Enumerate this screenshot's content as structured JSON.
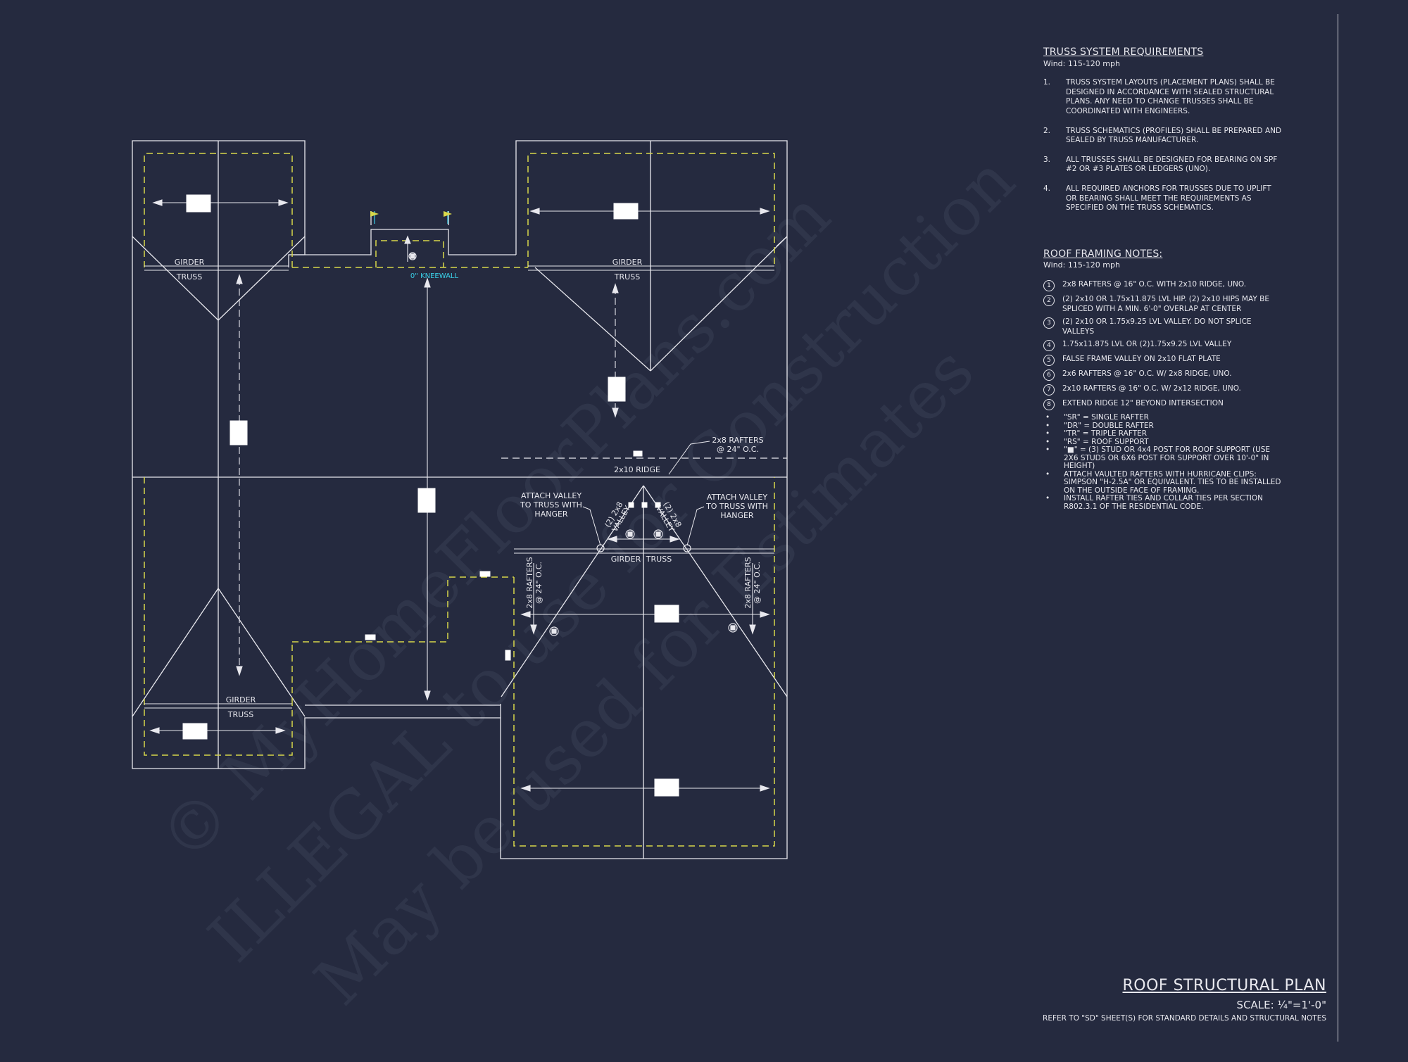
{
  "watermark": {
    "line1": "© MyHomeFloorPlans.com",
    "line2": "ILLEGAL to use for Construction",
    "line3": "May be used for Estimates"
  },
  "plan": {
    "labels": {
      "girder": "GIRDER",
      "truss": "TRUSS",
      "kneewall": "0\" KNEEWALL",
      "rafters_24_line1": "2x8 RAFTERS",
      "rafters_24_line2": "@ 24\" O.C.",
      "ridge": "2x10 RIDGE",
      "attach_valley_line1": "ATTACH VALLEY",
      "attach_valley_line2": "TO TRUSS WITH",
      "attach_valley_line3": "HANGER",
      "valley_line1": "(2) 2x8",
      "valley_line2": "VALLEY",
      "vertical_rafters": "2x8 RAFTERS",
      "vertical_oc": "@ 24\" O.C."
    }
  },
  "notes": {
    "truss_title": "TRUSS SYSTEM REQUIREMENTS",
    "truss_wind": "Wind: 115-120 mph",
    "truss_items": [
      {
        "num": "1.",
        "text": "TRUSS SYSTEM LAYOUTS (PLACEMENT PLANS) SHALL BE DESIGNED IN ACCORDANCE WITH SEALED STRUCTURAL PLANS. ANY NEED TO CHANGE TRUSSES SHALL BE COORDINATED WITH ENGINEERS."
      },
      {
        "num": "2.",
        "text": "TRUSS SCHEMATICS (PROFILES) SHALL BE PREPARED AND SEALED BY TRUSS MANUFACTURER."
      },
      {
        "num": "3.",
        "text": "ALL TRUSSES SHALL BE DESIGNED FOR BEARING ON SPF #2 OR #3 PLATES OR LEDGERS (UNO)."
      },
      {
        "num": "4.",
        "text": "ALL REQUIRED ANCHORS FOR TRUSSES DUE TO UPLIFT OR BEARING SHALL MEET THE REQUIREMENTS AS SPECIFIED ON THE TRUSS SCHEMATICS."
      }
    ],
    "roof_title": "ROOF FRAMING NOTES:",
    "roof_wind": "Wind: 115-120 mph",
    "roof_items": [
      {
        "num": "1",
        "text": "2x8 RAFTERS @ 16\" O.C. WITH 2x10 RIDGE, UNO."
      },
      {
        "num": "2",
        "text": "(2) 2x10 OR 1.75x11.875 LVL HIP. (2) 2x10 HIPS MAY BE SPLICED WITH A MIN. 6'-0\" OVERLAP AT CENTER"
      },
      {
        "num": "3",
        "text": "(2) 2x10 OR 1.75x9.25 LVL VALLEY. DO NOT SPLICE VALLEYS"
      },
      {
        "num": "4",
        "text": "1.75x11.875 LVL OR (2)1.75x9.25 LVL VALLEY"
      },
      {
        "num": "5",
        "text": "FALSE FRAME VALLEY ON 2x10 FLAT PLATE"
      },
      {
        "num": "6",
        "text": "2x6 RAFTERS @ 16\" O.C. W/ 2x8 RIDGE, UNO."
      },
      {
        "num": "7",
        "text": "2x10 RAFTERS @ 16\" O.C. W/ 2x12 RIDGE, UNO."
      },
      {
        "num": "8",
        "text": "EXTEND RIDGE 12\" BEYOND INTERSECTION"
      }
    ],
    "bullets": [
      "\"SR\" = SINGLE RAFTER",
      "\"DR\" = DOUBLE RAFTER",
      "\"TR\" = TRIPLE RAFTER",
      "\"RS\" = ROOF SUPPORT",
      "\"■\" = (3) STUD OR 4x4 POST FOR ROOF SUPPORT (USE 2X6 STUDS OR 6X6 POST FOR SUPPORT OVER 10'-0\" IN HEIGHT)",
      "ATTACH VAULTED RAFTERS WITH HURRICANE CLIPS: SIMPSON \"H-2.5A\" OR EQUIVALENT. TIES TO BE INSTALLED ON THE OUTSIDE FACE OF FRAMING.",
      "INSTALL RAFTER TIES AND COLLAR TIES PER SECTION R802.3.1 OF THE RESIDENTIAL CODE."
    ]
  },
  "title_block": {
    "title": "ROOF STRUCTURAL PLAN",
    "scale": "SCALE: ¼\"=1'-0\"",
    "refer": "REFER TO \"SD\" SHEET(S) FOR STANDARD DETAILS AND STRUCTURAL NOTES"
  },
  "colors": {
    "background": "#252a3f",
    "linework": "#e8e8ee",
    "overhang_dash": "#d8d84a",
    "kneewall_text": "#3ad0e8"
  }
}
